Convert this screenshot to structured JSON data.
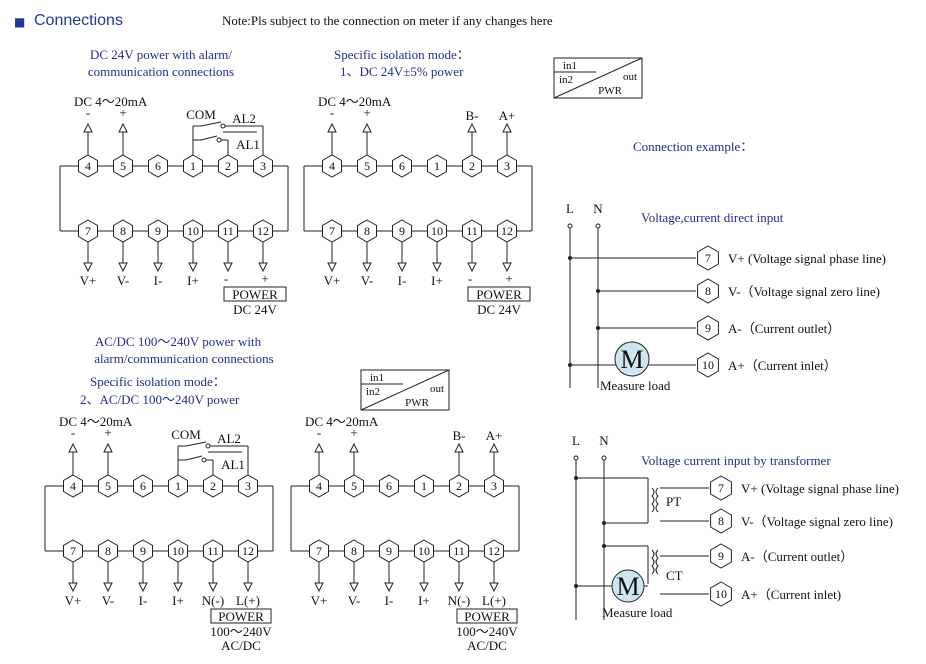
{
  "header": {
    "bullet": "■",
    "title": "Connections",
    "note": "Note:Pls subject to the connection on meter if any changes here"
  },
  "sec1": {
    "line1": "DC 24V power with alarm/",
    "line2": "communication connections",
    "iso1": "Specific isolation mode：",
    "iso2": "1、DC 24V±5% power"
  },
  "sec2": {
    "line1": "AC/DC 100～240V power with",
    "line2": "alarm/communication connections",
    "iso1": "Specific isolation mode：",
    "iso2": "2、AC/DC 100～240V power"
  },
  "legend": {
    "in1": "in1",
    "in2": "in2",
    "out": "out",
    "pwr": "PWR"
  },
  "common": {
    "dc_input": "DC 4～20mA",
    "minus": "-",
    "plus": "+",
    "com": "COM",
    "al1": "AL1",
    "al2": "AL2",
    "b_minus": "B-",
    "a_plus": "A+",
    "power": "POWER",
    "dc24": "DC 24V",
    "ac_range": "100～240V",
    "acdc": "AC/DC",
    "n_minus": "N(-)",
    "l_plus": "L(+)"
  },
  "terminals_top": [
    "4",
    "5",
    "6",
    "1",
    "2",
    "3"
  ],
  "terminals_bottom": [
    "7",
    "8",
    "9",
    "10",
    "11",
    "12"
  ],
  "bottom_labels": [
    "V+",
    "V-",
    "I-",
    "I+"
  ],
  "example": {
    "title": "Connection example：",
    "L": "L",
    "N": "N",
    "direct_title": "Voltage,current direct input",
    "transformer_title": "Voltage current input by transformer",
    "term_nums": [
      "7",
      "8",
      "9",
      "10"
    ],
    "direct_labels": [
      "V+ (Voltage signal phase line)",
      "V-（Voltage signal zero line)",
      "A-（Current outlet）",
      "A+（Current inlet）"
    ],
    "trans_labels": [
      "V+ (Voltage signal phase line)",
      "V-（Voltage signal zero line)",
      "A-（Current outlet）",
      "A+（Current inlet)"
    ],
    "motor": "M",
    "load": "Measure load",
    "pt": "PT",
    "ct": "CT"
  }
}
